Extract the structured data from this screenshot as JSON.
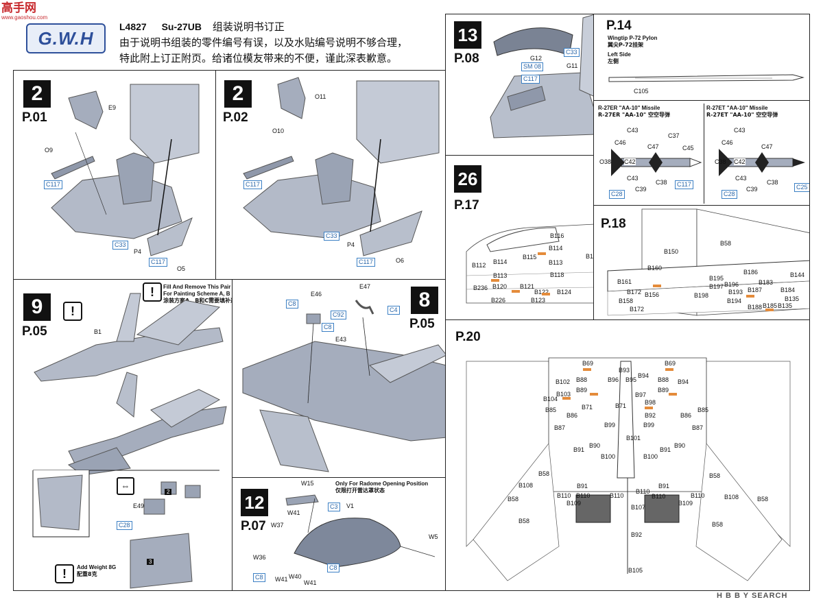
{
  "watermark": {
    "site_top": "高手网",
    "site_bottom": "www.gaoshou.com"
  },
  "header": {
    "logo": "G.W.H",
    "code": "L4827",
    "model": "Su-27UB",
    "title_cn": "组装说明书订正",
    "line1": "由于说明书组装的零件编号有误，以及水贴编号说明不够合理，",
    "line2": "特此附上订正附页。给诸位模友带来的不便，谨此深表歉意。"
  },
  "colors": {
    "callout_blue": "#2a66a8",
    "decal_orange": "#e48b3a",
    "part_gray": "#9aa3b4"
  },
  "panels": {
    "s2a": {
      "step": "2",
      "page": "P.01",
      "labels": [
        "E9",
        "O9",
        "C117",
        "C33",
        "P4",
        "C117",
        "O5"
      ]
    },
    "s2b": {
      "step": "2",
      "page": "P.02",
      "labels": [
        "O11",
        "O10",
        "C117",
        "C33",
        "P4",
        "C117",
        "O6"
      ]
    },
    "s13": {
      "step": "13",
      "page": "P.08",
      "labels": [
        "C33",
        "G12",
        "SM 08",
        "G11",
        "C117"
      ]
    },
    "p14": {
      "page": "P.14",
      "pylon_en": "Wingtip P-72 Pylon",
      "pylon_cn": "翼尖P-72挂架",
      "side_en": "Left Side",
      "side_cn": "左侧",
      "pylon_part": "C105",
      "missile_a_en": "R-27ER \"AA-10\" Missile",
      "missile_a_cn": "R-27ER \"AA-10\" 空空导弹",
      "missile_b_en": "R-27ET \"AA-10\" Missile",
      "missile_b_cn": "R-27ET \"AA-10\" 空空导弹",
      "missile_a_labels": [
        "C43",
        "C46",
        "C37",
        "C47",
        "C45",
        "O38",
        "C42",
        "C43",
        "C39",
        "C38",
        "C117",
        "C28"
      ],
      "missile_b_labels": [
        "C43",
        "C46",
        "C47",
        "C38",
        "C42",
        "C43",
        "C39",
        "C38",
        "C25",
        "C28"
      ]
    },
    "s26": {
      "step": "26",
      "page": "P.17",
      "labels": [
        "B116",
        "B114",
        "B115",
        "B113",
        "B1",
        "B112",
        "B114",
        "B113",
        "B118",
        "B236",
        "B120",
        "B121",
        "B122",
        "B124",
        "B226",
        "B123"
      ]
    },
    "p18": {
      "page": "P.18",
      "labels": [
        "B58",
        "B150",
        "B160",
        "B186",
        "B161",
        "B195",
        "B144",
        "B197",
        "B196",
        "B183",
        "B172",
        "B156",
        "B198",
        "B193",
        "B187",
        "B184",
        "B158",
        "B194",
        "B135",
        "B172",
        "B188",
        "B185",
        "B135"
      ]
    },
    "s9": {
      "step": "9",
      "page": "P.05",
      "part": "B1",
      "note_en_1": "Fill And Remove This Pair Of Antennas",
      "note_en_2": "For Painting Scheme A, B & C",
      "note_cn": "涂装方案A，B和C需要填补这一队天线",
      "inset_labels": [
        "E49",
        "C28",
        "2",
        "3"
      ],
      "weight_en": "Add Weight 8G",
      "weight_cn": "配重8克"
    },
    "s8": {
      "step": "8",
      "page": "P.05",
      "labels": [
        "E46",
        "E47",
        "C8",
        "C92",
        "C8",
        "C4",
        "E43"
      ]
    },
    "s12": {
      "step": "12",
      "page": "P.07",
      "note_en": "Only For Radome Opening Position",
      "note_cn": "仅限打开雷达罩状态",
      "labels": [
        "W15",
        "C3",
        "W41",
        "V1",
        "W37",
        "W5",
        "W36",
        "C8",
        "W40",
        "C8",
        "W41",
        "W41"
      ]
    },
    "p20": {
      "page": "P.20",
      "labels": [
        "B69",
        "B93",
        "B69",
        "B94",
        "B102",
        "B88",
        "B96",
        "B95",
        "B88",
        "B94",
        "B103",
        "B89",
        "B97",
        "B89",
        "B104",
        "B98",
        "B85",
        "B71",
        "B71",
        "B92",
        "B85",
        "B86",
        "B86",
        "B87",
        "B99",
        "B99",
        "B87",
        "B101",
        "B90",
        "B90",
        "B91",
        "B91",
        "B100",
        "B100",
        "B58",
        "B108",
        "B91",
        "B91",
        "B58",
        "B58",
        "B110",
        "B110",
        "B110",
        "B110",
        "B110",
        "B110",
        "B108",
        "B58",
        "B109",
        "B107",
        "B109",
        "B58",
        "B58",
        "B92",
        "B105"
      ]
    }
  },
  "footer_credit": "H B B Y SEARCH"
}
